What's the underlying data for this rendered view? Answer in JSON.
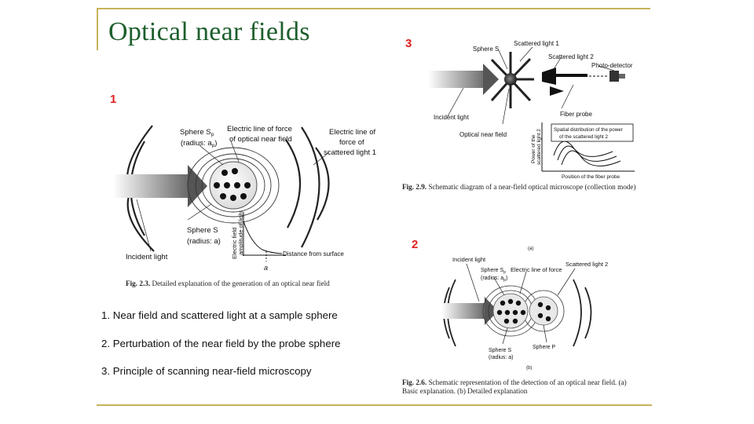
{
  "slide": {
    "title": "Optical near fields",
    "marker_1": "1",
    "marker_2": "2",
    "marker_3": "3",
    "bullets": [
      "1. Near field and scattered light at a  sample sphere",
      "2. Perturbation of the near field by the probe sphere",
      "3. Principle of scanning near-field microscopy"
    ],
    "accent_color": "#c8b25a",
    "title_color": "#1d5e2c",
    "marker_color": "#e02020"
  },
  "fig1": {
    "sphere_sp": "Sphere S",
    "sphere_sp_sub": "p",
    "radius_ap": "(radius: a",
    "radius_ap_sub": "p",
    "radius_close": ")",
    "line_force_near_1": "Electric line of force",
    "line_force_near_2": "of optical near field",
    "line_force_scat_1": "Electric line of",
    "line_force_scat_2": "force of",
    "line_force_scat_3": "scattered light 1",
    "sphere_s": "Sphere S",
    "radius_a": "(radius: a)",
    "incident": "Incident light",
    "ylabel_1": "Electric field",
    "ylabel_2": "amplitude of light",
    "xlabel": "Distance from surface",
    "a_mark": "a",
    "caption_label": "Fig. 2.3.",
    "caption_text": "Detailed explanation of the generation of an optical near field"
  },
  "fig3": {
    "sphere_s": "Sphere S",
    "scattered_1": "Scattered light 1",
    "scattered_2": "Scattered light 2",
    "photodetector": "Photo-detector",
    "fiber_probe": "Fiber probe",
    "incident": "Incident light",
    "near_field": "Optical near field",
    "spatial_1": "Spatial distribution of the power",
    "spatial_2": "of the scattered light 2",
    "ylabel_1": "Power of the",
    "ylabel_2": "scattered light 2",
    "xlabel": "Position of the fiber probe",
    "caption_label": "Fig. 2.9.",
    "caption_text": "Schematic diagram of a near-field optical microscope (collection mode)"
  },
  "fig2": {
    "panel_a": "(a)",
    "incident": "Incident light",
    "sphere_sp": "Sphere S",
    "sphere_sp_sub": "p",
    "radius_ap": "(radius: a",
    "radius_ap_sub": "p",
    "radius_close": ")",
    "line_force": "Electric line of force",
    "scattered_2": "Scattered light 2",
    "sphere_s": "Sphere S",
    "radius_a": "(radius: a)",
    "sphere_p": "Sphere P",
    "panel_b": "(b)",
    "caption_label": "Fig. 2.6.",
    "caption_text_1": "Schematic representation of the detection of an optical near field. (a)",
    "caption_text_2": "Basic explanation. (b) Detailed explanation"
  }
}
